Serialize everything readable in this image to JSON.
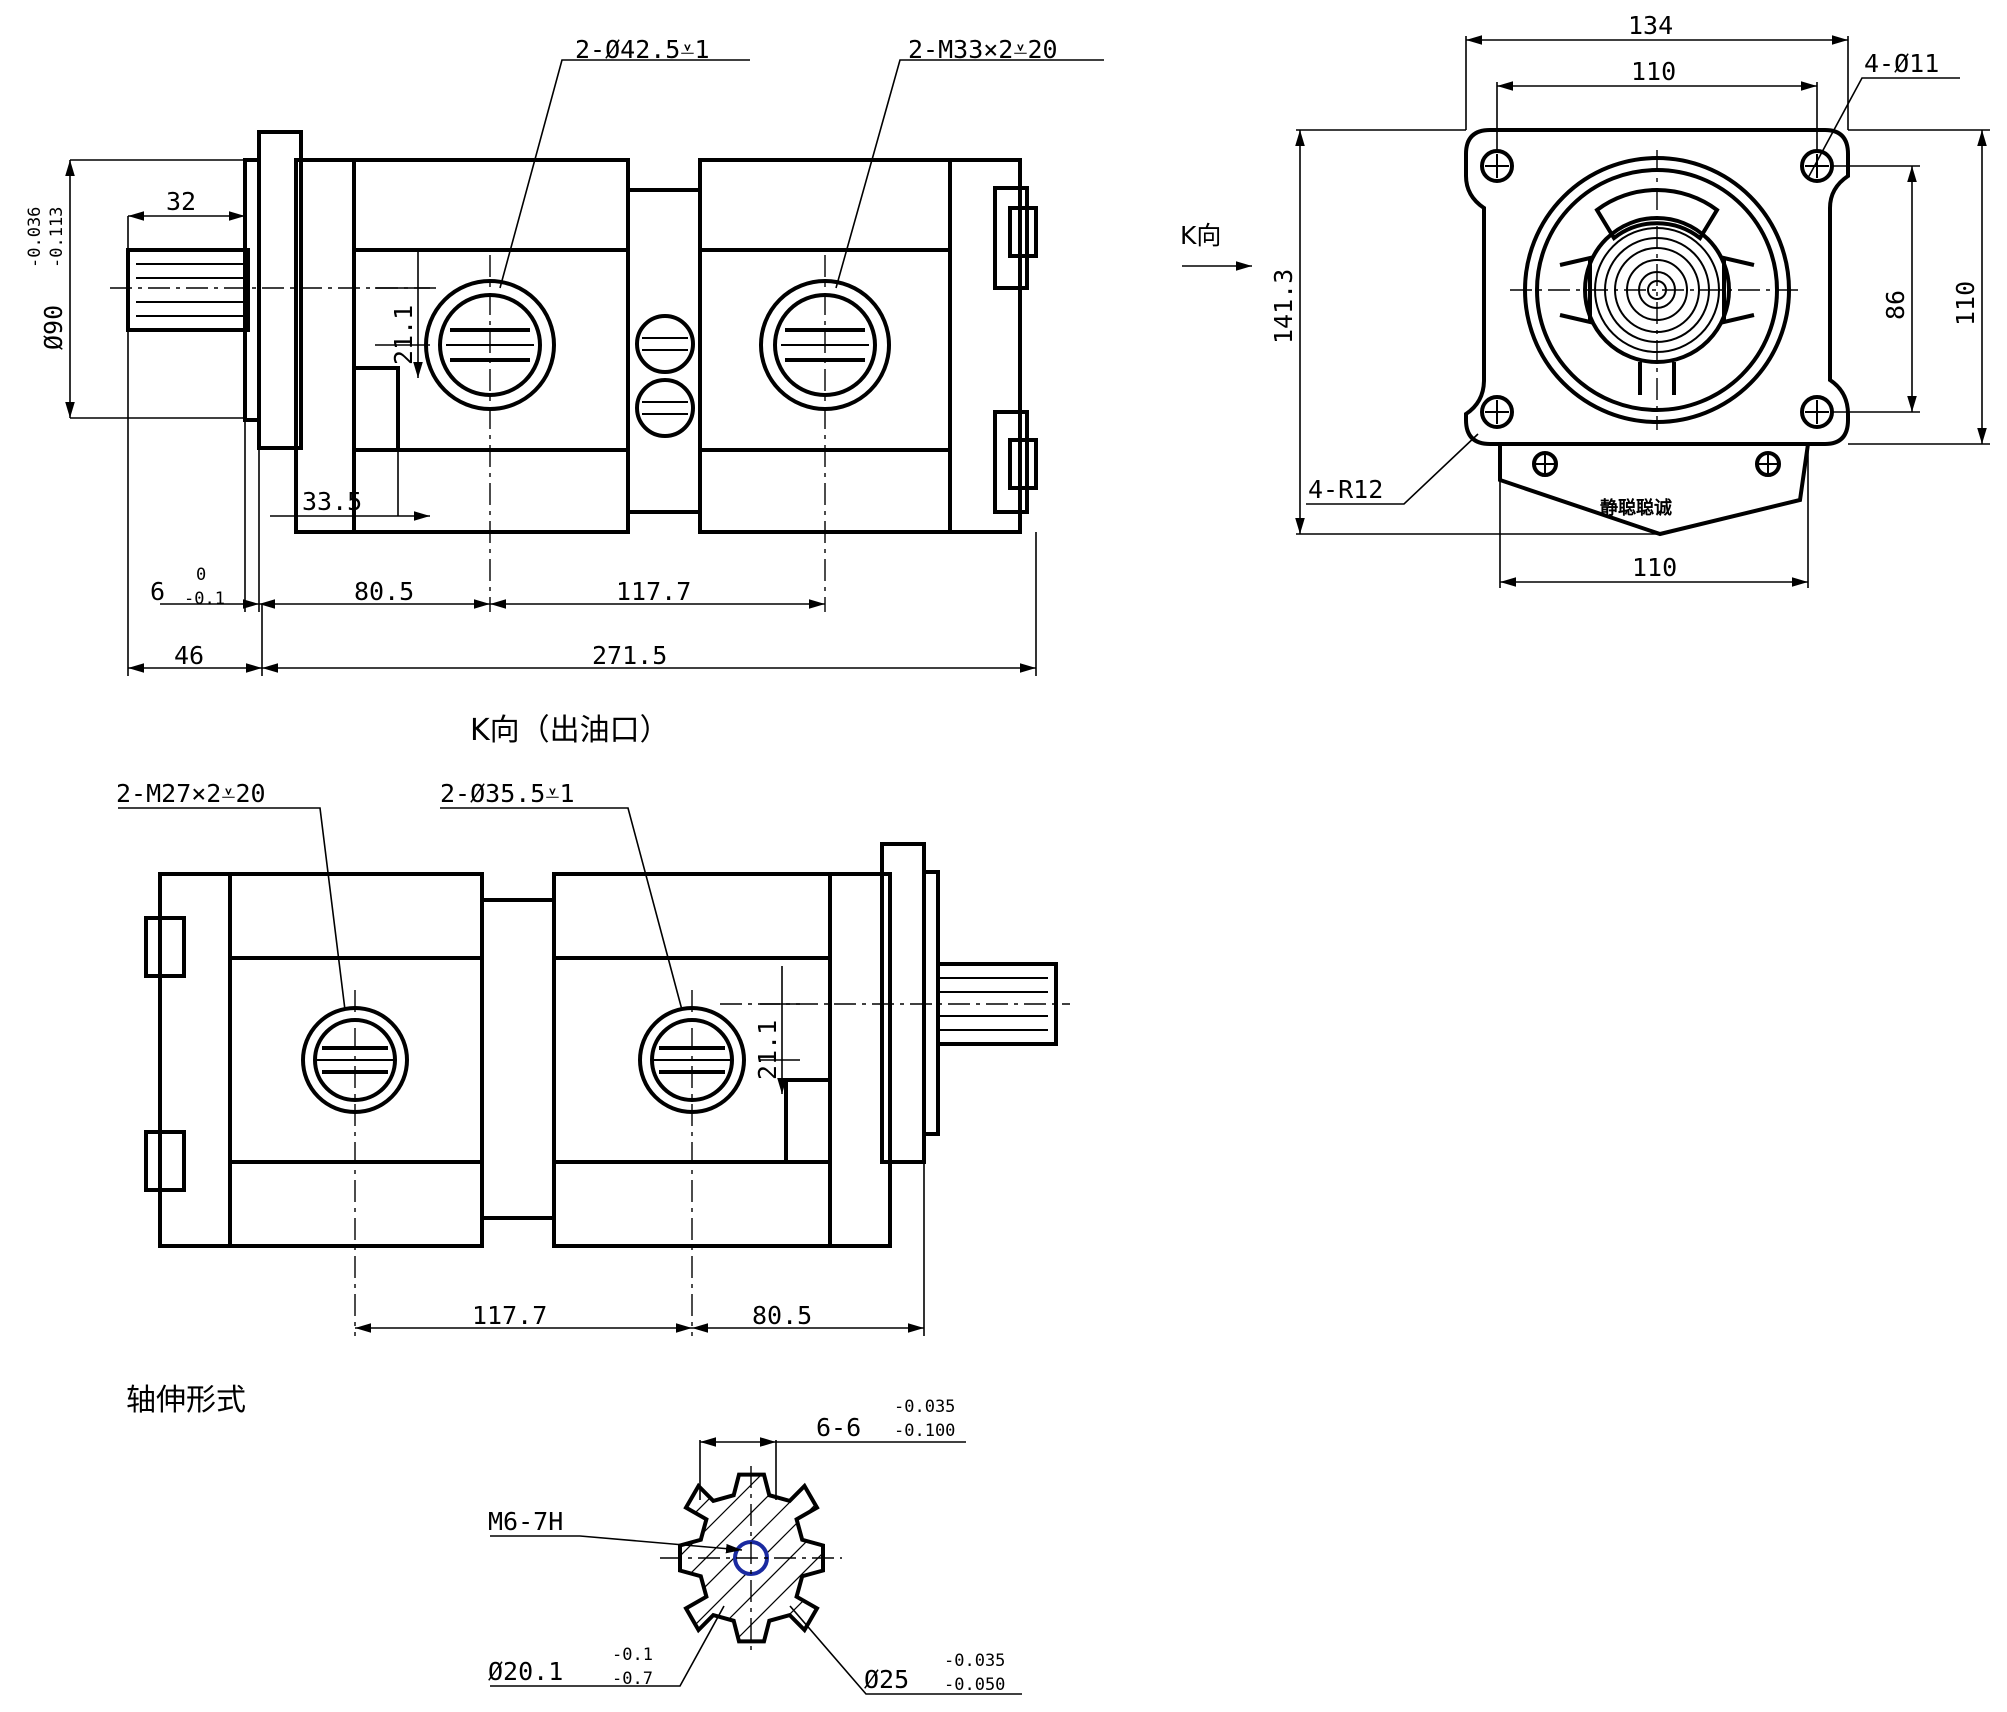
{
  "view_top": {
    "port_callout_left": "2-Ø42.5⩡1",
    "port_callout_right": "2-M33×2⩡20",
    "dim_spline_len": "32",
    "dim_flange_dia": "Ø90",
    "tol_flange_upper": "-0.036",
    "tol_flange_lower": "-0.113",
    "dim_port_offset": "21.1",
    "dim_pilot": "33.5",
    "dim_flange_thick": "6",
    "tol_flange_thick_upper": "0",
    "tol_flange_thick_lower": "-0.1",
    "dim_port1": "80.5",
    "dim_port2": "117.7",
    "dim_shaft": "46",
    "dim_total": "271.5"
  },
  "view_end": {
    "dim_width_outer": "134",
    "dim_width_bolt": "110",
    "callout_holes": "4-Ø11",
    "view_mark": "K向",
    "dim_height": "141.3",
    "dim_bolt_vertical": "86",
    "dim_height_right": "110",
    "callout_radius": "4-R12",
    "dim_base": "110",
    "nameplate": "静聪聪诚"
  },
  "view_k": {
    "title": "K向（出油口）",
    "port_callout_left": "2-M27×2⩡20",
    "port_callout_right": "2-Ø35.5⩡1",
    "dim_port_offset": "21.1",
    "dim_port2": "117.7",
    "dim_port1": "80.5"
  },
  "shaft": {
    "title": "轴伸形式",
    "spline": "6-6",
    "spline_tol_upper": "-0.035",
    "spline_tol_lower": "-0.100",
    "thread": "M6-7H",
    "minor_dia": "Ø20.1",
    "minor_tol_upper": "-0.1",
    "minor_tol_lower": "-0.7",
    "major_dia": "Ø25",
    "major_tol_upper": "-0.035",
    "major_tol_lower": "-0.050"
  }
}
